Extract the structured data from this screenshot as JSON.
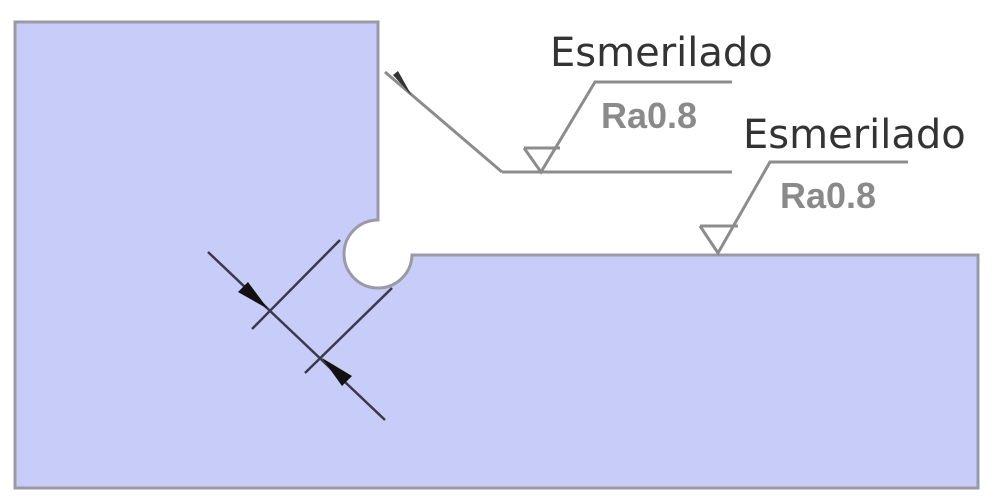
{
  "annotations": [
    {
      "process": "Esmerilado",
      "roughness": "Ra0.8"
    },
    {
      "process": "Esmerilado",
      "roughness": "Ra0.8"
    }
  ],
  "colors": {
    "part_fill": "#c8ccf8",
    "part_edge": "#9a9aa6",
    "leader": "#8c8c8c",
    "dimension": "#3a3a4a",
    "text": "#333333"
  }
}
